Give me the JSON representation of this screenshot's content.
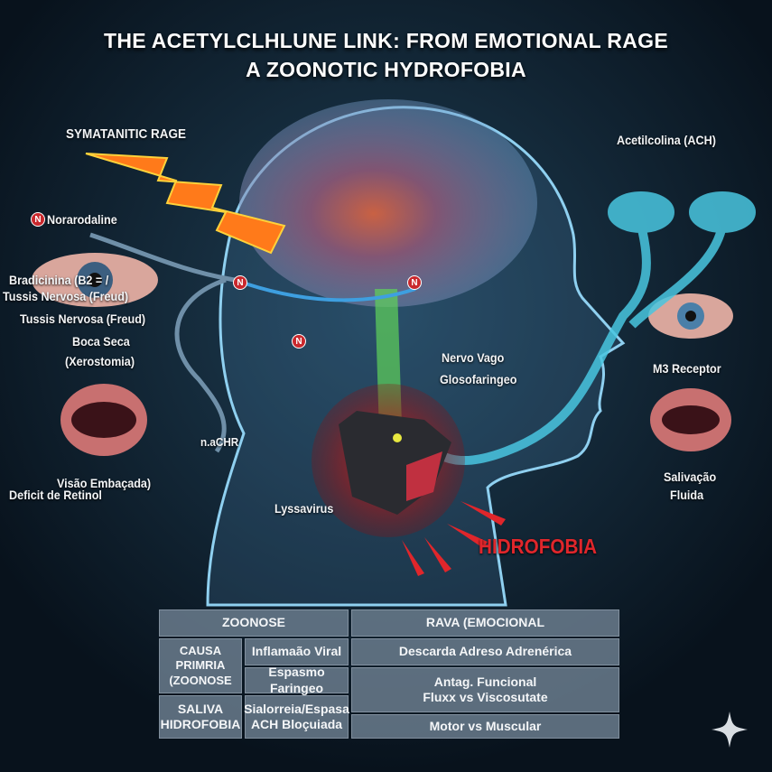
{
  "title": {
    "line1": "THE ACETYLCLHLUNE LINK: FROM EMOTIONAL RAGE",
    "line2": "A ZOONOTIC HYDROFOBIA"
  },
  "labels": {
    "rage": "SYMATANITIC RAGE",
    "noradrenaline": "Norarodaline",
    "bradicinina_1": "Bradicinina (B2 = /",
    "bradicinina_2": "Tussis Nervosa (Freud)",
    "tussis": "Tussis Nervosa (Freud)",
    "boca_1": "Boca Seca",
    "boca_2": "(Xerostomia)",
    "nachr": "n.aCHR",
    "visao": "Visão Embaçada)",
    "deficit": "Deficit de Retinol",
    "lyssavirus": "Lyssavirus",
    "nervo_vago": "Nervo Vago",
    "glosofaringeo": "Glosofaringeo",
    "hidrofobia": "HIDROFOBIA",
    "acetilcolina": "Acetilcolina (ACH)",
    "m3": "M3 Receptor",
    "salivacao_1": "Salivação",
    "salivacao_2": "Fluida",
    "n_badge": "N"
  },
  "table": {
    "zoonose": "ZOONOSE",
    "raiva": "RAVA (EMOCIONAL",
    "causa_1": "CAUSA PRIMRIA",
    "causa_2": "(ZOONOSE",
    "saliva_1": "SALIVA",
    "saliva_2": "HIDROFOBIA",
    "inflamacao": "Inflamaão Viral",
    "espasmo": "Espasmo Faringeo",
    "sialorreia": "Sialorreia/Espasa",
    "ach": "ACH Bloçuiada",
    "descarda": "Descarda Adreso Adrenérica",
    "antag": "Antag. Funcional",
    "fluxx": "Fluxx vs Viscosutate",
    "motor": "Motor vs Muscular"
  },
  "colors": {
    "background": "#0b1723",
    "accent_red": "#e0262b",
    "nerve_blue": "#49c6e0",
    "vagus_green": "#5fd35a",
    "rage_orange": "#ff7a1a"
  },
  "icons": [
    "lightning-icon",
    "noradrenaline-badge-icon",
    "eye-icon",
    "mouth-icon",
    "wolf-icon",
    "receptor-icon",
    "sparkle-icon"
  ]
}
